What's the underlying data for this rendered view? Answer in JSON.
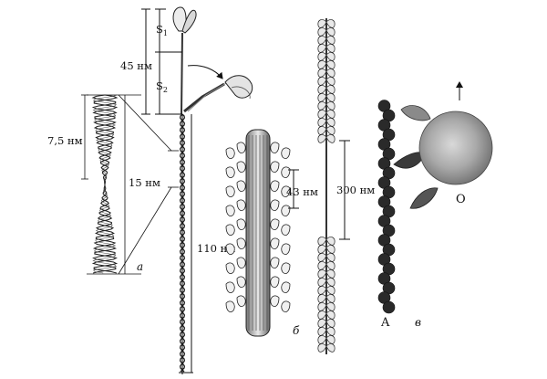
{
  "labels": {
    "s1": "S",
    "s1_sub": "1",
    "s2": "S",
    "s2_sub": "2",
    "len_45": "45 нм",
    "width_7_5": "7,5 нм",
    "len_15": "15 нм",
    "len_110": "110 нм",
    "len_43": "43 нм",
    "len_300": "300 нм"
  },
  "panels": {
    "a": "а",
    "b": "б",
    "v": "в"
  },
  "letters": {
    "actin": "A",
    "object": "O"
  }
}
